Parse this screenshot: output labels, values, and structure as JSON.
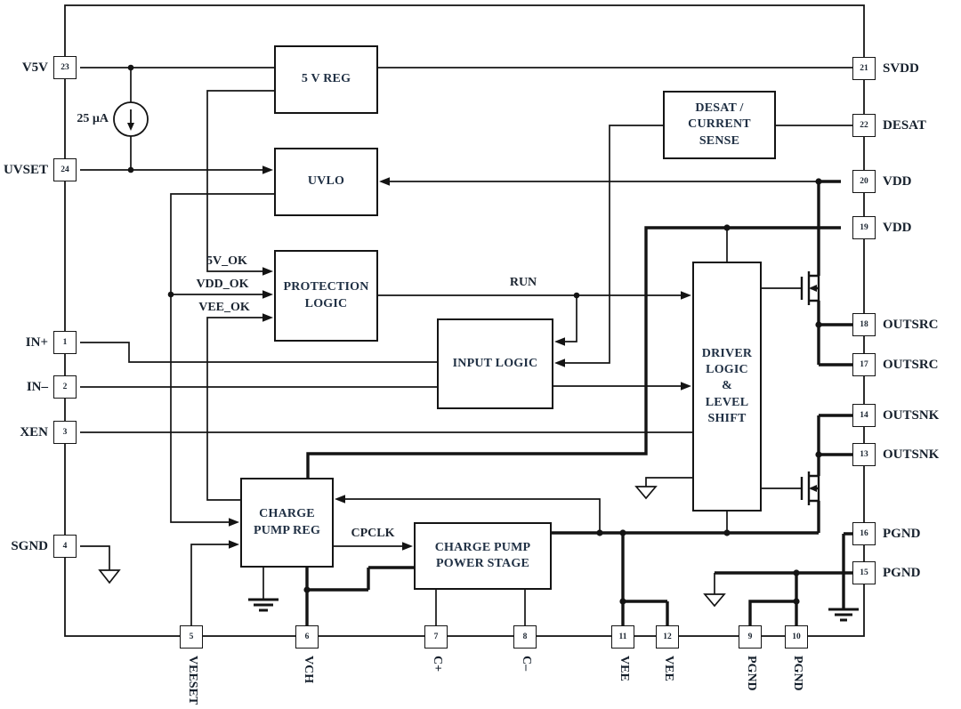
{
  "colors": {
    "background": "#ffffff",
    "line": "#141414",
    "label_text": "#16202c",
    "block_text": "#203044"
  },
  "blocks": [
    {
      "id": "reg-5v",
      "label": "5 V REG"
    },
    {
      "id": "uvlo",
      "label": "UVLO"
    },
    {
      "id": "protection-logic",
      "label": "PROTECTION\nLOGIC"
    },
    {
      "id": "input-logic",
      "label": "INPUT LOGIC"
    },
    {
      "id": "desat-current-sense",
      "label": "DESAT /\nCURRENT\nSENSE"
    },
    {
      "id": "driver-logic-level-shift",
      "label": "DRIVER\nLOGIC\n&\nLEVEL\nSHIFT"
    },
    {
      "id": "charge-pump-reg",
      "label": "CHARGE\nPUMP REG"
    },
    {
      "id": "charge-pump-power-stage",
      "label": "CHARGE PUMP\nPOWER STAGE"
    }
  ],
  "signals": {
    "run": "RUN",
    "cpclk": "CPCLK",
    "ok_5v": "5V_OK",
    "ok_vdd": "VDD_OK",
    "ok_vee": "VEE_OK",
    "bias_current": "25 µA"
  },
  "pins": {
    "left": [
      {
        "num": "23",
        "label": "V5V"
      },
      {
        "num": "24",
        "label": "UVSET"
      },
      {
        "num": "1",
        "label": "IN+"
      },
      {
        "num": "2",
        "label": "IN–"
      },
      {
        "num": "3",
        "label": "XEN"
      },
      {
        "num": "4",
        "label": "SGND"
      }
    ],
    "right": [
      {
        "num": "21",
        "label": "SVDD"
      },
      {
        "num": "22",
        "label": "DESAT"
      },
      {
        "num": "20",
        "label": "VDD"
      },
      {
        "num": "19",
        "label": "VDD"
      },
      {
        "num": "18",
        "label": "OUTSRC"
      },
      {
        "num": "17",
        "label": "OUTSRC"
      },
      {
        "num": "14",
        "label": "OUTSNK"
      },
      {
        "num": "13",
        "label": "OUTSNK"
      },
      {
        "num": "16",
        "label": "PGND"
      },
      {
        "num": "15",
        "label": "PGND"
      }
    ],
    "bottom": [
      {
        "num": "5",
        "label": "VEESET"
      },
      {
        "num": "6",
        "label": "VCH"
      },
      {
        "num": "7",
        "label": "C+"
      },
      {
        "num": "8",
        "label": "C–"
      },
      {
        "num": "11",
        "label": "VEE"
      },
      {
        "num": "12",
        "label": "VEE"
      },
      {
        "num": "9",
        "label": "PGND"
      },
      {
        "num": "10",
        "label": "PGND"
      }
    ]
  }
}
